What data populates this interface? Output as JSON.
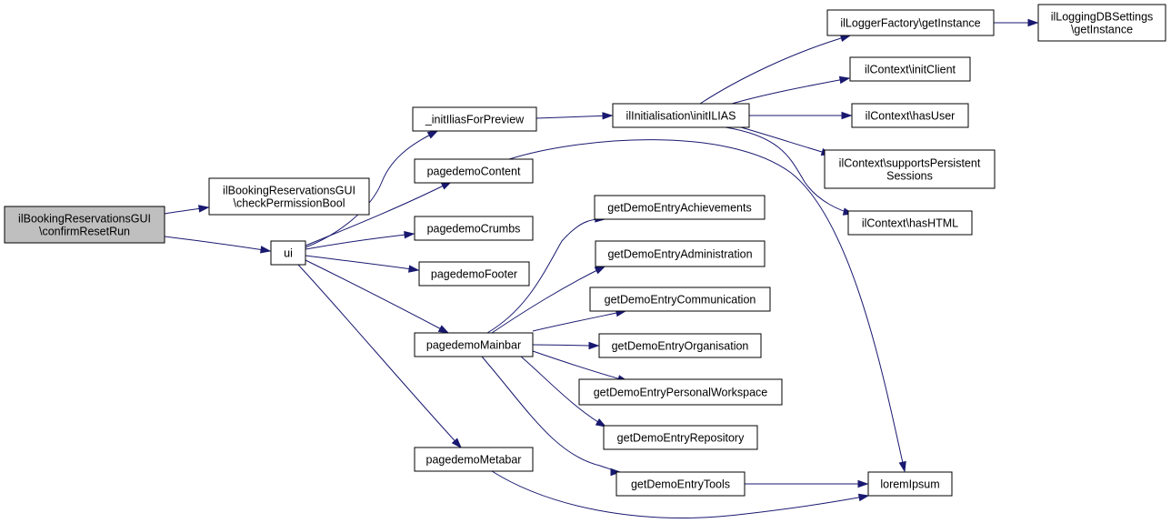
{
  "graph": {
    "nodes": {
      "root": {
        "lines": [
          "ilBookingReservationsGUI",
          "\\confirmResetRun"
        ],
        "root": true
      },
      "check_perm": {
        "lines": [
          "ilBookingReservationsGUI",
          "\\checkPermissionBool"
        ]
      },
      "ui": {
        "lines": [
          "ui"
        ]
      },
      "init_ilias_prev": {
        "lines": [
          "_initIliasForPreview"
        ]
      },
      "pd_content": {
        "lines": [
          "pagedemoContent"
        ]
      },
      "pd_crumbs": {
        "lines": [
          "pagedemoCrumbs"
        ]
      },
      "pd_footer": {
        "lines": [
          "pagedemoFooter"
        ]
      },
      "pd_mainbar": {
        "lines": [
          "pagedemoMainbar"
        ]
      },
      "pd_metabar": {
        "lines": [
          "pagedemoMetabar"
        ]
      },
      "init_ilias": {
        "lines": [
          "ilInitialisation\\initILIAS"
        ]
      },
      "logger_factory": {
        "lines": [
          "ilLoggerFactory\\getInstance"
        ]
      },
      "logging_db": {
        "lines": [
          "ilLoggingDBSettings",
          "\\getInstance"
        ]
      },
      "ctx_initclient": {
        "lines": [
          "ilContext\\initClient"
        ]
      },
      "ctx_hasuser": {
        "lines": [
          "ilContext\\hasUser"
        ]
      },
      "ctx_persist": {
        "lines": [
          "ilContext\\supportsPersistent",
          "Sessions"
        ]
      },
      "ctx_hashtml": {
        "lines": [
          "ilContext\\hasHTML"
        ]
      },
      "gde_achieve": {
        "lines": [
          "getDemoEntryAchievements"
        ]
      },
      "gde_admin": {
        "lines": [
          "getDemoEntryAdministration"
        ]
      },
      "gde_comm": {
        "lines": [
          "getDemoEntryCommunication"
        ]
      },
      "gde_org": {
        "lines": [
          "getDemoEntryOrganisation"
        ]
      },
      "gde_personal": {
        "lines": [
          "getDemoEntryPersonalWorkspace"
        ]
      },
      "gde_repo": {
        "lines": [
          "getDemoEntryRepository"
        ]
      },
      "gde_tools": {
        "lines": [
          "getDemoEntryTools"
        ]
      },
      "lorem": {
        "lines": [
          "loremIpsum"
        ]
      }
    },
    "edges": [
      {
        "from": "root",
        "to": "check_perm"
      },
      {
        "from": "root",
        "to": "ui"
      },
      {
        "from": "ui",
        "to": "init_ilias_prev"
      },
      {
        "from": "ui",
        "to": "pd_content"
      },
      {
        "from": "ui",
        "to": "pd_crumbs"
      },
      {
        "from": "ui",
        "to": "pd_footer"
      },
      {
        "from": "ui",
        "to": "pd_mainbar"
      },
      {
        "from": "ui",
        "to": "pd_metabar"
      },
      {
        "from": "init_ilias_prev",
        "to": "init_ilias"
      },
      {
        "from": "init_ilias",
        "to": "logger_factory"
      },
      {
        "from": "init_ilias",
        "to": "ctx_initclient"
      },
      {
        "from": "init_ilias",
        "to": "ctx_hasuser"
      },
      {
        "from": "init_ilias",
        "to": "ctx_persist"
      },
      {
        "from": "init_ilias",
        "to": "ctx_hashtml"
      },
      {
        "from": "logger_factory",
        "to": "logging_db"
      },
      {
        "from": "pd_content",
        "to": "lorem"
      },
      {
        "from": "pd_mainbar",
        "to": "gde_achieve"
      },
      {
        "from": "pd_mainbar",
        "to": "gde_admin"
      },
      {
        "from": "pd_mainbar",
        "to": "gde_comm"
      },
      {
        "from": "pd_mainbar",
        "to": "gde_org"
      },
      {
        "from": "pd_mainbar",
        "to": "gde_personal"
      },
      {
        "from": "pd_mainbar",
        "to": "gde_repo"
      },
      {
        "from": "pd_mainbar",
        "to": "gde_tools"
      },
      {
        "from": "pd_metabar",
        "to": "lorem"
      },
      {
        "from": "gde_tools",
        "to": "lorem"
      }
    ],
    "colors": {
      "edge": "#191970",
      "root_fill": "#bfbfbf",
      "node_fill": "#ffffff",
      "border": "#000000"
    }
  }
}
